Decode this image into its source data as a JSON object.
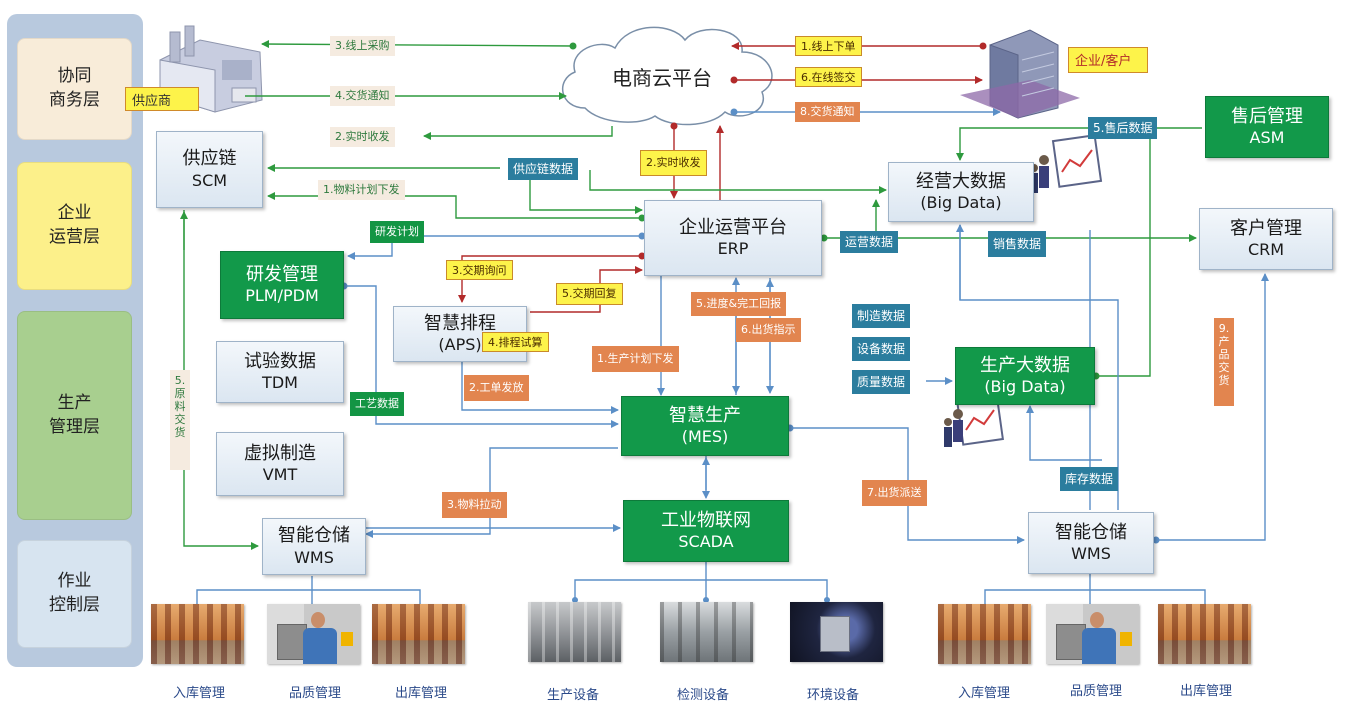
{
  "layers": [
    {
      "label": "协同\n商务层",
      "color": "#f8ecd9"
    },
    {
      "label": "企业\n运营层",
      "color": "#fcf08a"
    },
    {
      "label": "生产\n管理层",
      "color": "#a8cf8f"
    },
    {
      "label": "作业\n控制层",
      "color": "#d7e4f0"
    }
  ],
  "nodes": {
    "cloud": "电商云平台",
    "supplier_tag": "供应商",
    "customer_tag": "企业/客户",
    "scm": {
      "l1": "供应链",
      "l2": "SCM"
    },
    "asm": {
      "l1": "售后管理",
      "l2": "ASM"
    },
    "bigdata_biz": {
      "l1": "经营大数据",
      "l2": "(Big Data)"
    },
    "erp": {
      "l1": "企业运营平台",
      "l2": "ERP"
    },
    "crm": {
      "l1": "客户管理",
      "l2": "CRM"
    },
    "plm": {
      "l1": "研发管理",
      "l2": "PLM/PDM"
    },
    "aps": {
      "l1": "智慧排程",
      "l2": "(APS)"
    },
    "tdm": {
      "l1": "试验数据",
      "l2": "TDM"
    },
    "vmt": {
      "l1": "虚拟制造",
      "l2": "VMT"
    },
    "mes": {
      "l1": "智慧生产",
      "l2": "(MES)"
    },
    "bigdata_prod": {
      "l1": "生产大数据",
      "l2": "(Big Data)"
    },
    "scada": {
      "l1": "工业物联网",
      "l2": "SCADA"
    },
    "wms_left": {
      "l1": "智能仓储",
      "l2": "WMS"
    },
    "wms_right": {
      "l1": "智能仓储",
      "l2": "WMS"
    }
  },
  "flow_labels": {
    "online_purchase": "3.线上采购",
    "delivery_notice_left": "4.交货通知",
    "realtime_receipt_left": "2.实时收发",
    "material_plan": "1.物料计划下发",
    "online_order": "1.线上下单",
    "online_sign": "6.在线签交",
    "delivery_notice_right": "8.交货通知",
    "realtime_receipt_mid": "2.实时收发",
    "delivery_query": "3.交期询问",
    "delivery_reply": "5.交期回复",
    "schedule_trial": "4.排程试算",
    "progress_report": "5.进度&完工回报",
    "shipping_instruction": "6.出货指示",
    "production_plan": "1.生产计划下发",
    "work_order": "2.工单发放",
    "material_pull": "3.物料拉动",
    "shipping_dispatch": "7.出货派送",
    "after_sales_data": "5.售后数据",
    "supply_chain_data": "供应链数据",
    "rd_plan": "研发计划",
    "ops_data": "运营数据",
    "sales_data": "销售数据",
    "mfg_data": "制造数据",
    "equip_data": "设备数据",
    "quality_data": "质量数据",
    "process_data": "工艺数据",
    "inventory_data": "库存数据",
    "material_delivery_vertical": "5.原料交货",
    "product_delivery_vertical": "9.产品交货"
  },
  "devices": [
    {
      "caption": "入库管理",
      "type": "warehouse"
    },
    {
      "caption": "品质管理",
      "type": "person"
    },
    {
      "caption": "出库管理",
      "type": "warehouse"
    },
    {
      "caption": "生产设备",
      "type": "factory"
    },
    {
      "caption": "检测设备",
      "type": "lab"
    },
    {
      "caption": "环境设备",
      "type": "env"
    },
    {
      "caption": "入库管理",
      "type": "warehouse"
    },
    {
      "caption": "品质管理",
      "type": "person"
    },
    {
      "caption": "出库管理",
      "type": "warehouse"
    }
  ],
  "colors": {
    "red_arrow": "#b22a2a",
    "green_arrow": "#2e9a3e",
    "blue_arrow": "#5b8fc7",
    "module_green": "#12994a",
    "label_orange": "#e2854f",
    "label_teal": "#2b7d9e",
    "label_yellow": "#fdf34a"
  }
}
